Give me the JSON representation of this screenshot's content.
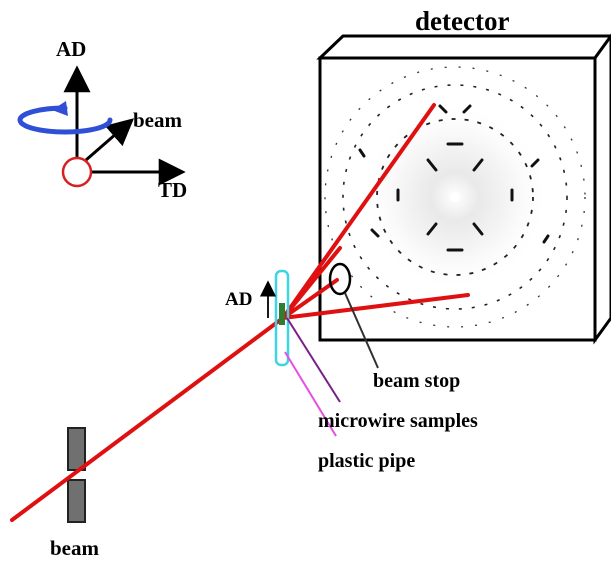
{
  "labels": {
    "detector": "detector",
    "axis_ad": "AD",
    "axis_beam": "beam",
    "axis_td": "TD",
    "sample_ad": "AD",
    "beam_stop": "beam stop",
    "microwire_samples": "microwire samples",
    "plastic_pipe": "plastic pipe",
    "beam_source": "beam"
  },
  "colors": {
    "beam_ray": "#e01010",
    "rotation_arrow": "#2f4fd6",
    "pipe": "#3ad6e6",
    "microwire_leader": "#7a1f8a",
    "plastic_pipe_leader": "#e64fe0",
    "beam_stop_leader": "#303030",
    "slit": "#707070"
  },
  "icons": {
    "rotation": "rotation-arrow-icon",
    "origin": "origin-circle-icon"
  }
}
